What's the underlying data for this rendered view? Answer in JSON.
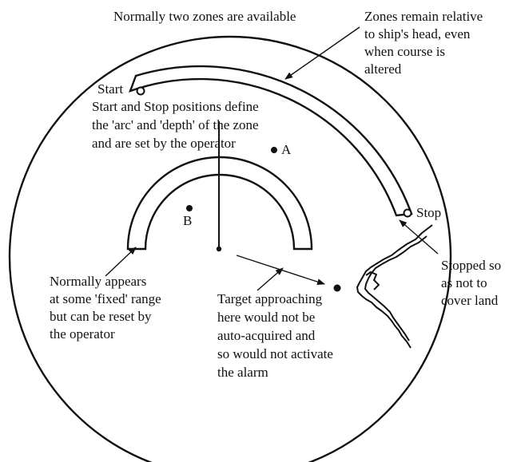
{
  "labels": {
    "title": "Normally two zones are available",
    "zones_relative": [
      "Zones remain relative",
      "to ship's head, even",
      "when course is",
      "altered"
    ],
    "start": "Start",
    "stop": "Stop",
    "start_stop_note": [
      "Start and Stop positions define",
      "the 'arc' and 'depth' of the zone",
      "and are set by the operator"
    ],
    "point_a": "A",
    "point_b": "B",
    "stopped_note": [
      "Stopped so",
      "as not to",
      "cover land"
    ],
    "fixed_range_note": [
      "Normally appears",
      "at some 'fixed' range",
      "but can be reset by",
      "the operator"
    ],
    "target_note": [
      "Target approaching",
      "here would not be",
      "auto-acquired and",
      "so would not activate",
      "the alarm"
    ]
  }
}
